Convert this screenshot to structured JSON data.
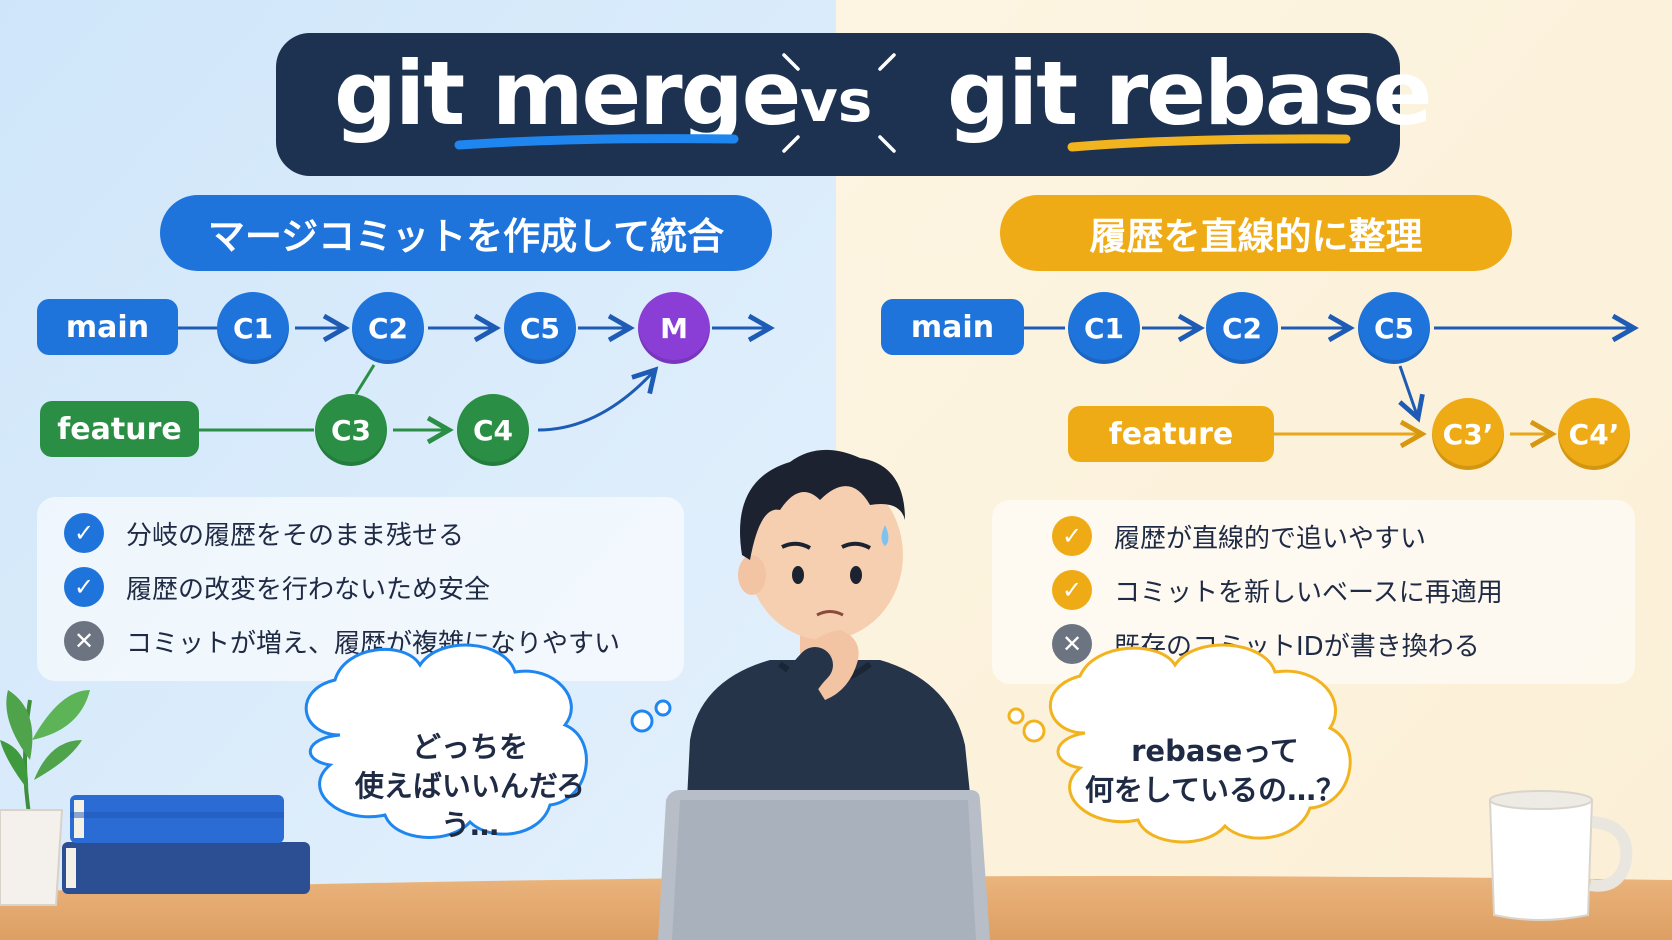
{
  "title": {
    "left": "git merge",
    "vs": "vs",
    "right": "git rebase"
  },
  "merge": {
    "banner": "マージコミットを作成して統合",
    "main_label": "main",
    "feature_label": "feature",
    "main_nodes": [
      "C1",
      "C2",
      "C5",
      "M"
    ],
    "feature_nodes": [
      "C3",
      "C4"
    ],
    "points": [
      {
        "type": "check",
        "text": "分岐の履歴をそのまま残せる"
      },
      {
        "type": "check",
        "text": "履歴の改変を行わないため安全"
      },
      {
        "type": "cross",
        "text": "コミットが増え、履歴が複雑になりやすい"
      }
    ],
    "thought_lines": [
      "どっちを",
      "使えばいいんだろう…"
    ]
  },
  "rebase": {
    "banner": "履歴を直線的に整理",
    "main_label": "main",
    "feature_label": "feature",
    "main_nodes": [
      "C1",
      "C2",
      "C5"
    ],
    "feature_nodes": [
      "C3’",
      "C4’"
    ],
    "points": [
      {
        "type": "check",
        "text": "履歴が直線的で追いやすい"
      },
      {
        "type": "check",
        "text": "コミットを新しいベースに再適用"
      },
      {
        "type": "cross",
        "text": "既存のコミットIDが書き換わる"
      }
    ],
    "thought_lines": [
      "rebaseって",
      "何をしているの…？"
    ]
  },
  "icons": {
    "check": "check-icon",
    "cross": "cross-icon"
  },
  "colors": {
    "navy": "#1d3151",
    "blue": "#1f74dc",
    "green": "#2a8f45",
    "purple": "#8a3ed6",
    "yellow": "#efab15",
    "grey": "#6d7481",
    "left_bg": "#d8ebfb",
    "right_bg": "#fcf3dd",
    "desk": "#e2aa72"
  }
}
